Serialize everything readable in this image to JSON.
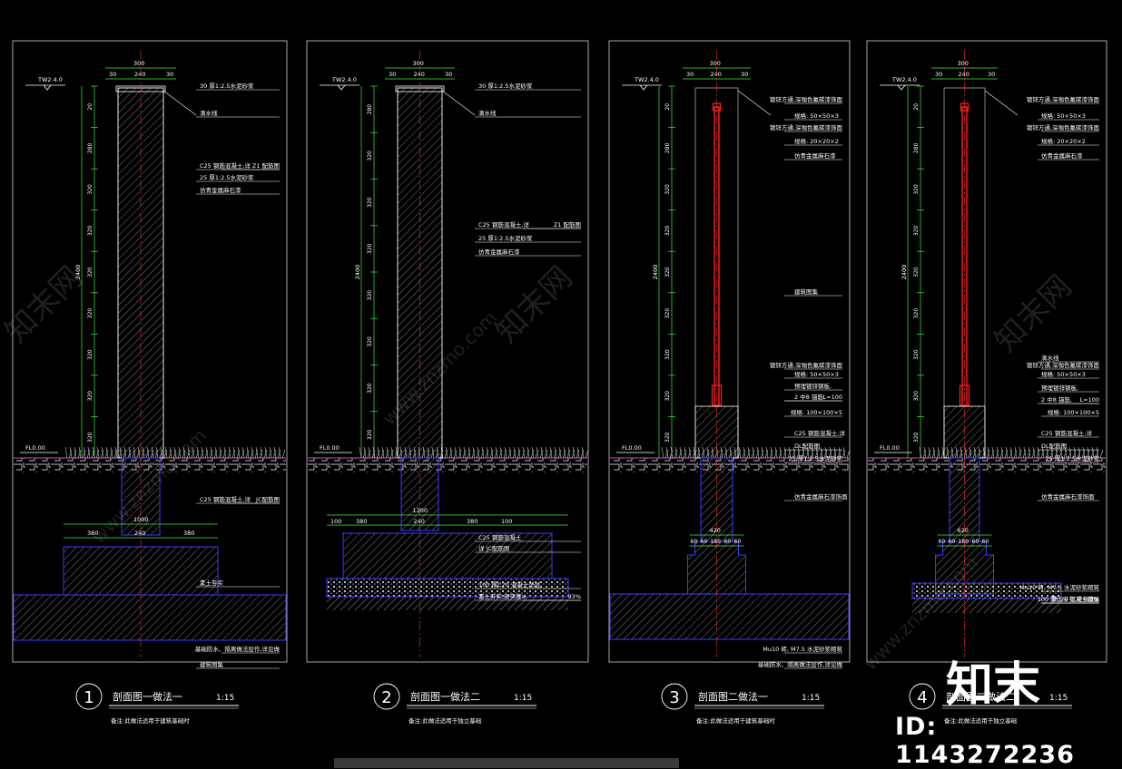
{
  "colors": {
    "background": "#000000",
    "frame": "#d0d0d0",
    "dimension": "#3cf03c",
    "text": "#ffffff",
    "concrete": "#3c3cff",
    "steel": "#ff2020",
    "centerline": "#ff3030",
    "annotation": "#ffff60"
  },
  "watermark": {
    "brand": "知末网",
    "url": "www.znzmo.com"
  },
  "logo": "知末",
  "id_label": "ID: 1143272236",
  "panels": [
    {
      "number": "1",
      "title": "剖面图一做法一",
      "scale": "1:15",
      "note": "备注:此做法适用于建筑基础时",
      "elev_top": "TW2.4.0",
      "elev_ground": "FL0.00",
      "dims_top": [
        "300",
        "30",
        "240",
        "30"
      ],
      "dims_side": [
        "20",
        "280",
        "320",
        "320",
        "320",
        "320",
        "320",
        "320",
        "320"
      ],
      "dim_total": "2400",
      "dims_footing": [
        "1000",
        "380",
        "240",
        "380"
      ],
      "labels": [
        "30 厚1:2.5水泥砂浆",
        "滴水线",
        "C25 钢筋混凝土,详",
        "Z1 配筋图",
        "25 厚1:2.5水泥砂浆",
        "仿青金属麻石漆",
        "C25 钢筋混凝土,详",
        "JC配筋图",
        "素土夯实",
        "基础防水、隔离做法层作,详见做",
        "建筑图集"
      ]
    },
    {
      "number": "2",
      "title": "剖面图一做法二",
      "scale": "1:15",
      "note": "备注:此做法适用于独立基础",
      "elev_top": "TW2.4.0",
      "elev_ground": "FL0.00",
      "dims_top": [
        "300",
        "30",
        "240",
        "30"
      ],
      "dims_side": [
        "280",
        "320",
        "320",
        "320",
        "320",
        "320",
        "320",
        "320"
      ],
      "dim_total": "2400",
      "dims_footing": [
        "1200",
        "100",
        "380",
        "240",
        "380",
        "100"
      ],
      "labels": [
        "30 厚1:2.5水泥砂浆",
        "滴水线",
        "C25 钢筋混凝土,详",
        "Z1 配筋图",
        "25 厚1:2.5水泥砂浆",
        "仿青金属麻石漆",
        "C25 钢筋混凝土",
        "详 JC配筋图",
        "100 厚C20 混凝土垫层",
        "素土夯实,密实度≥",
        "93%"
      ]
    },
    {
      "number": "3",
      "title": "剖面图二做法一",
      "scale": "1:15",
      "note": "备注:此做法适用于建筑基础时",
      "elev_top": "TW2.4.0",
      "elev_ground": "FL0.00",
      "dims_top": [
        "300",
        "30",
        "240",
        "30"
      ],
      "dims_side": [
        "20",
        "280",
        "320",
        "320",
        "320",
        "320",
        "320",
        "320",
        "320"
      ],
      "dim_total": "2400",
      "dims_footing": [
        "420",
        "60",
        "60",
        "180",
        "60",
        "60"
      ],
      "labels": [
        "镀锌方通,深咖色氟碳漆饰面",
        "规格: 50×50×3",
        "镀锌方通,深咖色氟碳漆饰面",
        "规格: 20×20×2",
        "仿青金属麻石漆",
        "镀锌方通,深咖色氟碳漆饰面",
        "规格: 50×50×3",
        "预埋镀锌钢板,",
        "2 中8 锚筋,",
        "L=100",
        "规格: 100×100×5",
        "C25 钢筋混凝土,详",
        "DL配筋图",
        "25 厚1:2.5水泥砂浆",
        "仿青金属麻石漆饰面",
        "Mu10 砖, M7.5 水泥砂浆砌筑",
        "基础防水、隔离做法层作,详见做",
        "建筑图集"
      ]
    },
    {
      "number": "4",
      "title": "剖面图二做法二",
      "scale": "1:15",
      "note": "备注:此做法适用于独立基础",
      "elev_top": "TW2.4.0",
      "elev_ground": "FL0.00",
      "dims_top": [
        "300",
        "30",
        "240",
        "30"
      ],
      "dims_side": [
        "20",
        "280",
        "320",
        "320",
        "320",
        "320",
        "320",
        "320",
        "320"
      ],
      "dim_total": "2400",
      "dims_footing": [
        "620",
        "60",
        "60",
        "180",
        "60",
        "60"
      ],
      "labels": [
        "镀锌方通,深咖色氟碳漆饰面",
        "规格: 50×50×3",
        "镀锌方通,深咖色氟碳漆饰面",
        "规格: 20×20×2",
        "仿青金属麻石漆",
        "滴水线",
        "镀锌方通,深咖色氟碳漆饰面",
        "规格: 50×50×3",
        "预埋镀锌钢板,",
        "2 中8 锚筋,",
        "L=100",
        "规格: 100×100×5",
        "C25 钢筋混凝土,详",
        "DL配筋图",
        "25 厚1:2.5水泥砂浆",
        "仿青金属麻石漆饰面",
        "Mu10 砖, M7.5 水泥砂浆砌筑",
        "100 厚C20 混凝土垫层",
        "素土夯实,密实度≥",
        "93%"
      ]
    }
  ]
}
